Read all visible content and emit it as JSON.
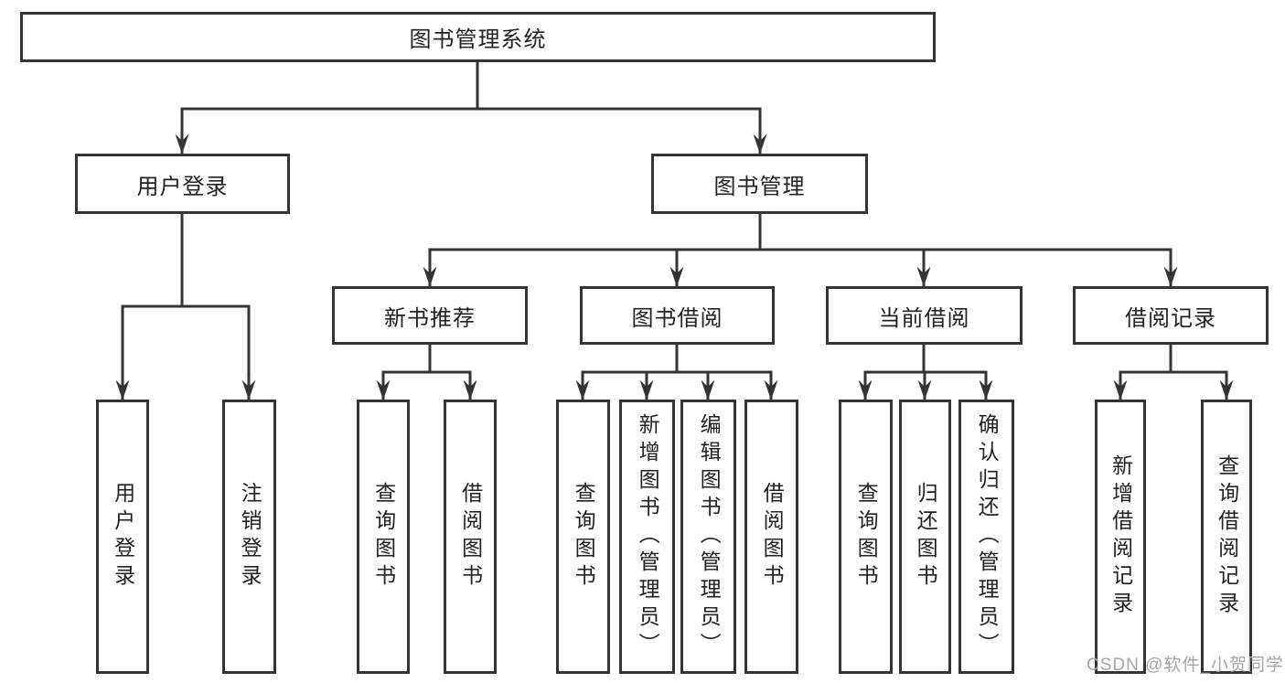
{
  "tree": {
    "root": {
      "label": "图书管理系统"
    },
    "branches": [
      {
        "label": "用户登录",
        "children": [
          {
            "label": "用户登录"
          },
          {
            "label": "注销登录"
          }
        ]
      },
      {
        "label": "图书管理",
        "children": [
          {
            "label": "新书推荐",
            "children": [
              {
                "label": "查询图书"
              },
              {
                "label": "借阅图书"
              }
            ]
          },
          {
            "label": "图书借阅",
            "children": [
              {
                "label": "查询图书"
              },
              {
                "label": "新增图书（管理员）"
              },
              {
                "label": "编辑图书（管理员）"
              },
              {
                "label": "借阅图书"
              }
            ]
          },
          {
            "label": "当前借阅",
            "children": [
              {
                "label": "查询图书"
              },
              {
                "label": "归还图书"
              },
              {
                "label": "确认归还（管理员）"
              }
            ]
          },
          {
            "label": "借阅记录",
            "children": [
              {
                "label": "新增借阅记录"
              },
              {
                "label": "查询借阅记录"
              }
            ]
          }
        ]
      }
    ]
  },
  "watermark": {
    "text": "CSDN @软件_小贺同学"
  },
  "style": {
    "line_color": "#343434",
    "text_color": "#222222",
    "watermark_color": "#a6a6a6",
    "background": "#ffffff"
  }
}
